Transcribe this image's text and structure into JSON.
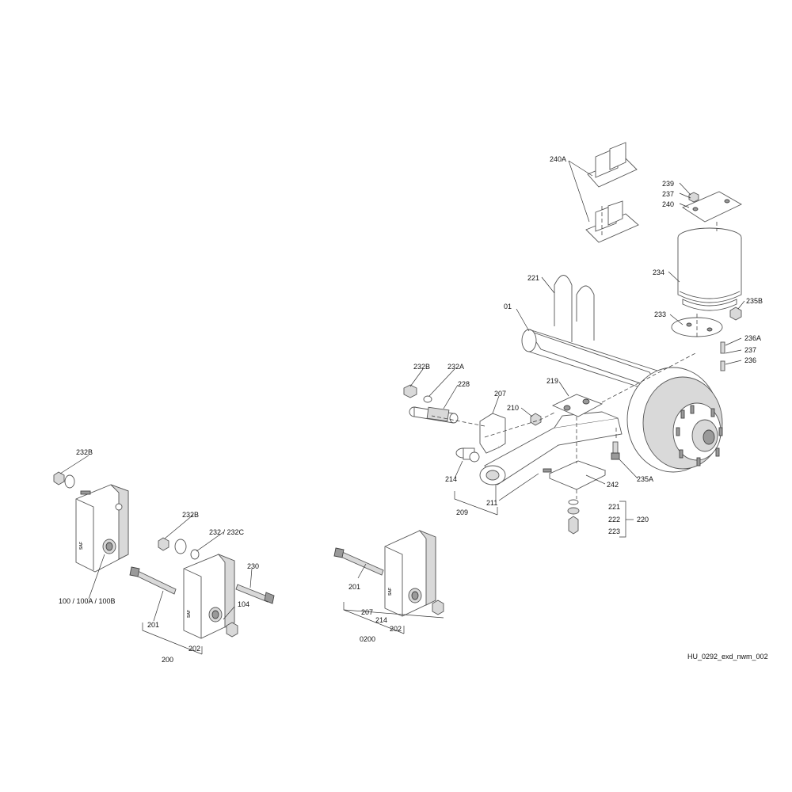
{
  "drawing_ref": "HU_0292_exd_nwm_002",
  "bracket_stamp": "SAF",
  "labels": {
    "l240A": "240A",
    "l239": "239",
    "l237a": "237",
    "l240": "240",
    "l221a": "221",
    "l234": "234",
    "l01": "01",
    "l235B": "235B",
    "l233": "233",
    "l236A": "236A",
    "l237b": "237",
    "l236": "236",
    "l232Ba": "232B",
    "l232A": "232A",
    "l228": "228",
    "l207a": "207",
    "l219": "219",
    "l210": "210",
    "l214a": "214",
    "l211": "211",
    "l209": "209",
    "l242": "242",
    "l235A": "235A",
    "l221b": "221",
    "l222": "222",
    "l223": "223",
    "l220": "220",
    "l232Bb": "232B",
    "l100": "100 / 100A / 100B",
    "l232Bc": "232B",
    "l232C": "232 / 232C",
    "l230": "230",
    "l104": "104",
    "l201a": "201",
    "l202a": "202",
    "l200": "200",
    "l201b": "201",
    "l207b": "207",
    "l214b": "214",
    "l202b": "202",
    "l0200": "0200"
  }
}
